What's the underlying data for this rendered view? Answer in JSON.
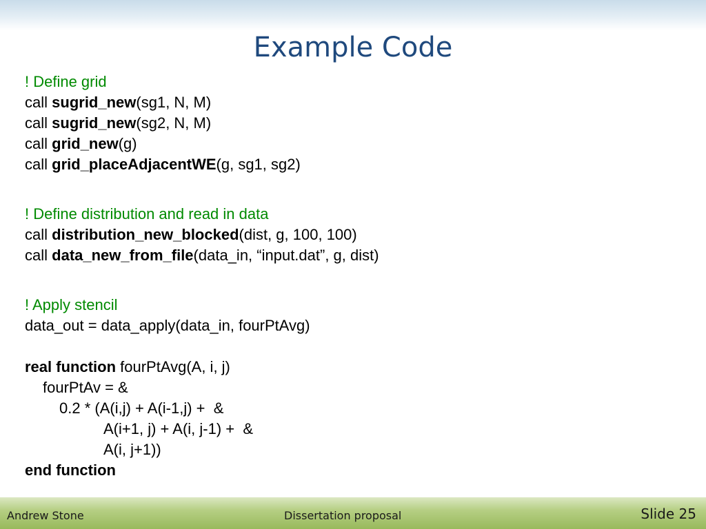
{
  "slide": {
    "title": "Example Code",
    "blocks": [
      {
        "comment": "! Define grid",
        "lines": [
          {
            "kw": "call",
            "fn": "sugrid_new",
            "args": "(sg1, N, M)"
          },
          {
            "kw": "call",
            "fn": "sugrid_new",
            "args": "(sg2, N, M)"
          },
          {
            "kw": "call",
            "fn": "grid_new",
            "args": "(g)"
          },
          {
            "kw": "call",
            "fn": "grid_placeAdjacentWE",
            "args": "(g, sg1, sg2)"
          }
        ]
      },
      {
        "comment": "! Define distribution and read in data",
        "lines": [
          {
            "kw": "call",
            "fn": "distribution_new_blocked",
            "args": "(dist, g, 100, 100)"
          },
          {
            "kw": "call",
            "fn": "data_new_from_file",
            "args": "(data_in, “input.dat”, g, dist)"
          }
        ]
      },
      {
        "comment": "! Apply stencil",
        "text": "data_out = data_apply(data_in, fourPtAvg)"
      }
    ],
    "function": {
      "header_kw": "real function",
      "header_rest": " fourPtAvg(A, i, j)",
      "body": [
        "fourPtAv = &",
        "0.2 * (A(i,j) + A(i-1,j) +  &",
        "A(i+1, j) + A(i, j-1) +  &",
        "A(i, j+1))"
      ],
      "end": "end function"
    }
  },
  "footer": {
    "author": "Andrew Stone",
    "center": "Dissertation proposal",
    "slide_number": "Slide 25"
  }
}
